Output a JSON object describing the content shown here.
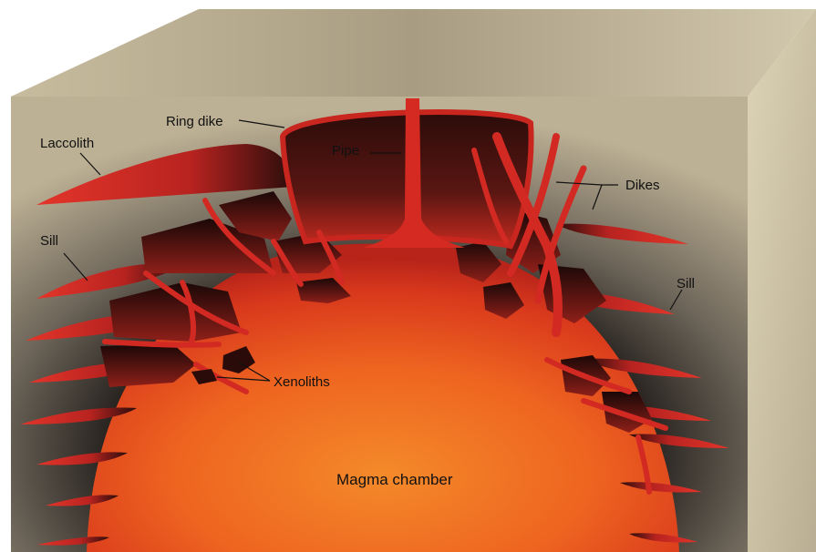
{
  "labels": {
    "laccolith": "Laccolith",
    "ring_dike": "Ring dike",
    "pipe": "Pipe",
    "dikes": "Dikes",
    "sill_left": "Sill",
    "sill_right": "Sill",
    "xenoliths": "Xenoliths",
    "magma_chamber": "Magma chamber"
  },
  "colors": {
    "block_top": "#b7aa8e",
    "block_side": "#cfc4a6",
    "block_front": "#b9ad91",
    "rock_shadow": "#1f1a18",
    "magma_core": "#f06a1f",
    "magma_edge": "#c92a1c",
    "intrusion": "#d12a22"
  }
}
